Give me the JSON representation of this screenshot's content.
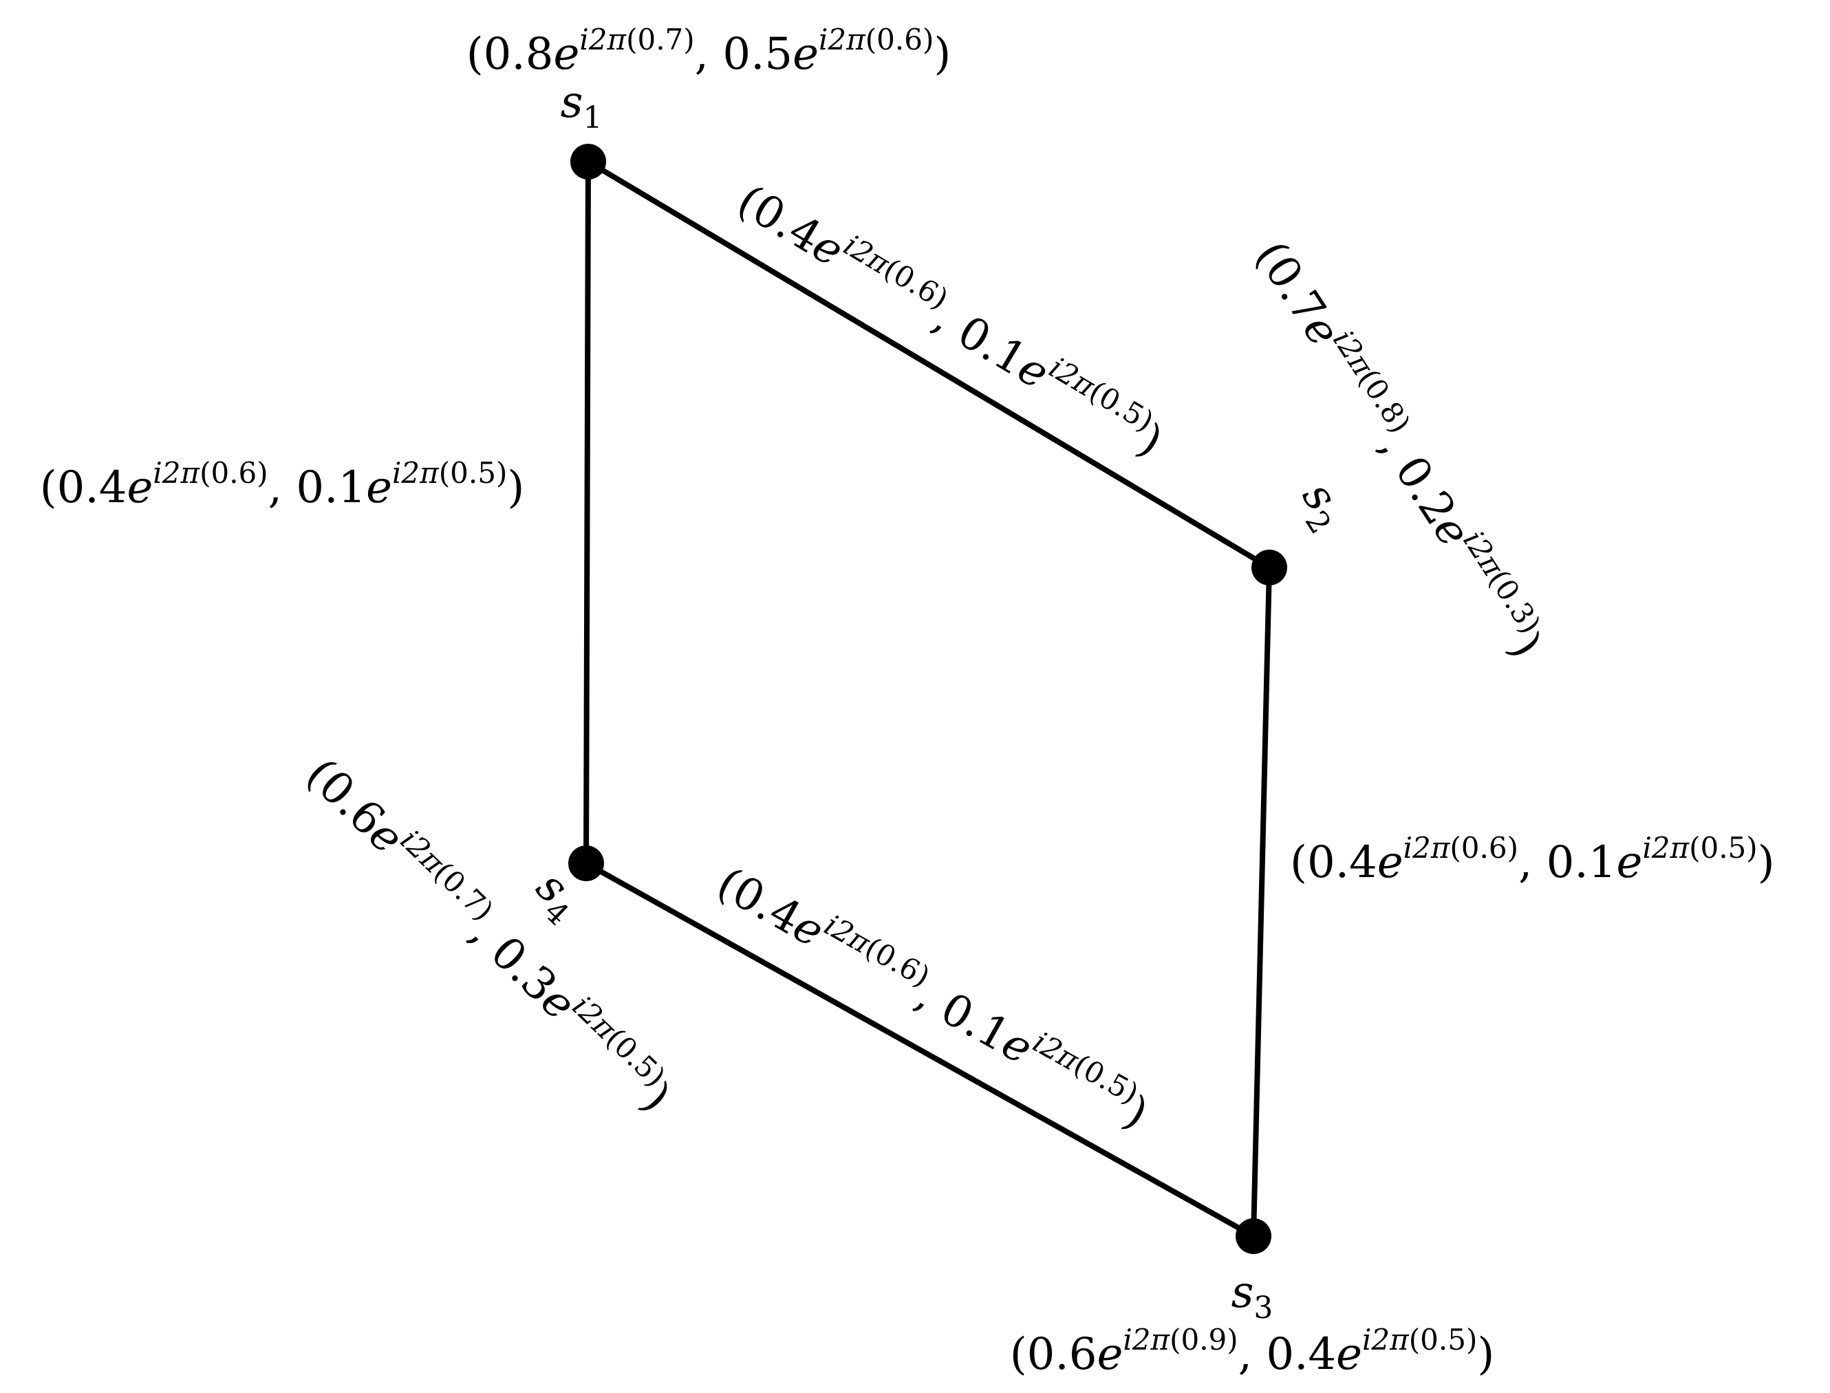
{
  "colors": {
    "ink": "#000000",
    "background": "#ffffff"
  },
  "vertices": [
    {
      "id": "s1",
      "label": "s",
      "subscript": "1",
      "value": {
        "m": "0.8",
        "mp": "0.7",
        "n": "0.5",
        "np": "0.6"
      }
    },
    {
      "id": "s2",
      "label": "s",
      "subscript": "2",
      "value": {
        "m": "0.7",
        "mp": "0.8",
        "n": "0.2",
        "np": "0.3"
      }
    },
    {
      "id": "s3",
      "label": "s",
      "subscript": "3",
      "value": {
        "m": "0.6",
        "mp": "0.9",
        "n": "0.4",
        "np": "0.5"
      }
    },
    {
      "id": "s4",
      "label": "s",
      "subscript": "4",
      "value": {
        "m": "0.6",
        "mp": "0.7",
        "n": "0.3",
        "np": "0.5"
      }
    }
  ],
  "edges": [
    {
      "id": "s1-s2",
      "from": "s1",
      "to": "s2",
      "value": {
        "m": "0.4",
        "mp": "0.6",
        "n": "0.1",
        "np": "0.5"
      }
    },
    {
      "id": "s2-s3",
      "from": "s2",
      "to": "s3",
      "value": {
        "m": "0.4",
        "mp": "0.6",
        "n": "0.1",
        "np": "0.5"
      }
    },
    {
      "id": "s3-s4",
      "from": "s3",
      "to": "s4",
      "value": {
        "m": "0.4",
        "mp": "0.6",
        "n": "0.1",
        "np": "0.5"
      }
    },
    {
      "id": "s4-s1",
      "from": "s4",
      "to": "s1",
      "value": {
        "m": "0.4",
        "mp": "0.6",
        "n": "0.1",
        "np": "0.5"
      }
    }
  ],
  "notation": {
    "open": "(",
    "close": ")",
    "sep": ",",
    "e": "e",
    "exp_prefix": "i2π"
  }
}
